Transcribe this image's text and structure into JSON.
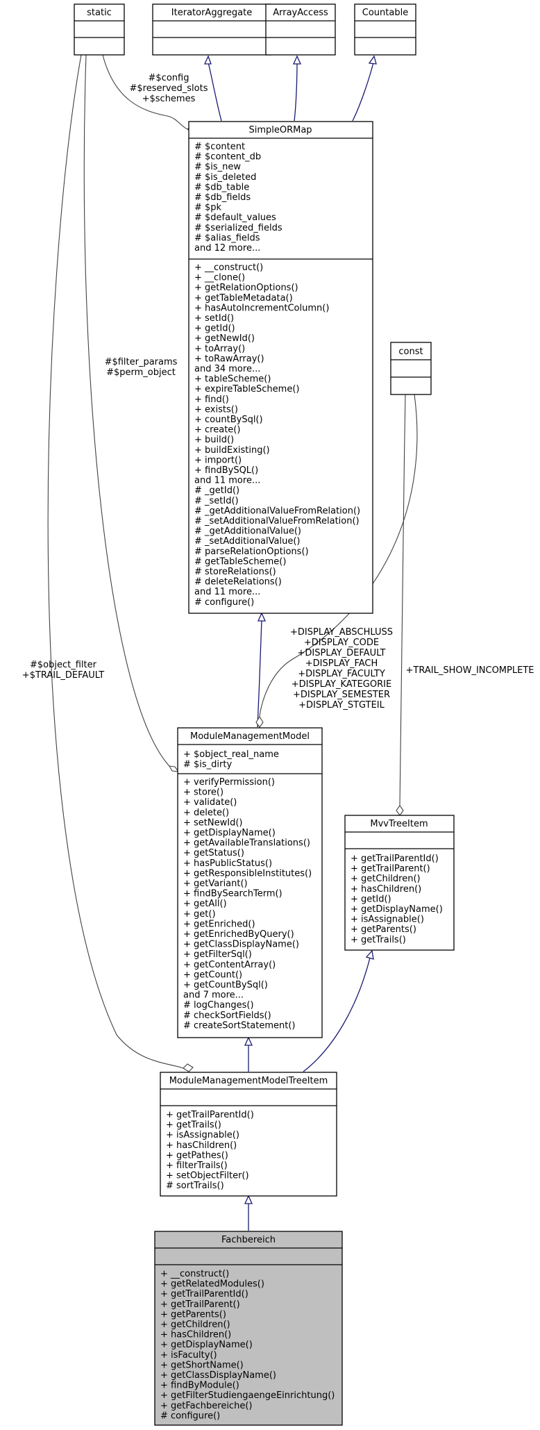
{
  "classes": {
    "static": {
      "name": "static",
      "attributes": [],
      "methods": []
    },
    "iterator_aggregate": {
      "name": "IteratorAggregate",
      "attributes": [],
      "methods": []
    },
    "array_access": {
      "name": "ArrayAccess",
      "attributes": [],
      "methods": []
    },
    "countable": {
      "name": "Countable",
      "attributes": [],
      "methods": []
    },
    "const": {
      "name": "const",
      "attributes": [],
      "methods": []
    },
    "simple_or_map": {
      "name": "SimpleORMap",
      "attributes": [
        "# $content",
        "# $content_db",
        "# $is_new",
        "# $is_deleted",
        "# $db_table",
        "# $db_fields",
        "# $pk",
        "# $default_values",
        "# $serialized_fields",
        "# $alias_fields",
        "and 12 more..."
      ],
      "methods": [
        "+ __construct()",
        "+ __clone()",
        "+ getRelationOptions()",
        "+ getTableMetadata()",
        "+ hasAutoIncrementColumn()",
        "+ setId()",
        "+ getId()",
        "+ getNewId()",
        "+ toArray()",
        "+ toRawArray()",
        "and 34 more...",
        "+ tableScheme()",
        "+ expireTableScheme()",
        "+ find()",
        "+ exists()",
        "+ countBySql()",
        "+ create()",
        "+ build()",
        "+ buildExisting()",
        "+ import()",
        "+ findBySQL()",
        "and 11 more...",
        "# _getId()",
        "# _setId()",
        "# _getAdditionalValueFromRelation()",
        "# _setAdditionalValueFromRelation()",
        "# _getAdditionalValue()",
        "# _setAdditionalValue()",
        "# parseRelationOptions()",
        "# getTableScheme()",
        "# storeRelations()",
        "# deleteRelations()",
        "and 11 more...",
        "# configure()"
      ]
    },
    "module_management_model": {
      "name": "ModuleManagementModel",
      "attributes": [
        "+ $object_real_name",
        "# $is_dirty"
      ],
      "methods": [
        "+ verifyPermission()",
        "+ store()",
        "+ validate()",
        "+ delete()",
        "+ setNewId()",
        "+ getDisplayName()",
        "+ getAvailableTranslations()",
        "+ getStatus()",
        "+ hasPublicStatus()",
        "+ getResponsibleInstitutes()",
        "+ getVariant()",
        "+ findBySearchTerm()",
        "+ getAll()",
        "+ get()",
        "+ getEnriched()",
        "+ getEnrichedByQuery()",
        "+ getClassDisplayName()",
        "+ getFilterSql()",
        "+ getContentArray()",
        "+ getCount()",
        "+ getCountBySql()",
        "and 7 more...",
        "# logChanges()",
        "# checkSortFields()",
        "# createSortStatement()"
      ]
    },
    "mvv_tree_item": {
      "name": "MvvTreeItem",
      "attributes": [],
      "methods": [
        "+ getTrailParentId()",
        "+ getTrailParent()",
        "+ getChildren()",
        "+ hasChildren()",
        "+ getId()",
        "+ getDisplayName()",
        "+ isAssignable()",
        "+ getParents()",
        "+ getTrails()"
      ]
    },
    "mmm_tree_item": {
      "name": "ModuleManagementModelTreeItem",
      "attributes": [],
      "methods": [
        "+ getTrailParentId()",
        "+ getTrails()",
        "+ isAssignable()",
        "+ hasChildren()",
        "+ getPathes()",
        "+ filterTrails()",
        "+ setObjectFilter()",
        "# sortTrails()"
      ]
    },
    "fachbereich": {
      "name": "Fachbereich",
      "attributes": [],
      "methods": [
        "+ __construct()",
        "+ getRelatedModules()",
        "+ getTrailParentId()",
        "+ getTrailParent()",
        "+ getParents()",
        "+ getChildren()",
        "+ hasChildren()",
        "+ getDisplayName()",
        "+ isFaculty()",
        "+ getShortName()",
        "+ getClassDisplayName()",
        "+ findByModule()",
        "+ getFilterStudiengaengeEinrichtung()",
        "+ getFachbereiche()",
        "# configure()"
      ]
    }
  },
  "edge_labels": {
    "static_to_sorm": [
      "#$config",
      "#$reserved_slots",
      "+$schemes"
    ],
    "static_to_mmm": [
      "#$filter_params",
      "#$perm_object"
    ],
    "static_to_treeitem": [
      "#$object_filter",
      "+$TRAIL_DEFAULT"
    ],
    "const_to_mmm": [
      "+DISPLAY_ABSCHLUSS",
      "+DISPLAY_CODE",
      "+DISPLAY_DEFAULT",
      "+DISPLAY_FACH",
      "+DISPLAY_FACULTY",
      "+DISPLAY_KATEGORIE",
      "+DISPLAY_SEMESTER",
      "+DISPLAY_STGTEIL"
    ],
    "const_to_mvv": [
      "+TRAIL_SHOW_INCOMPLETE"
    ]
  }
}
